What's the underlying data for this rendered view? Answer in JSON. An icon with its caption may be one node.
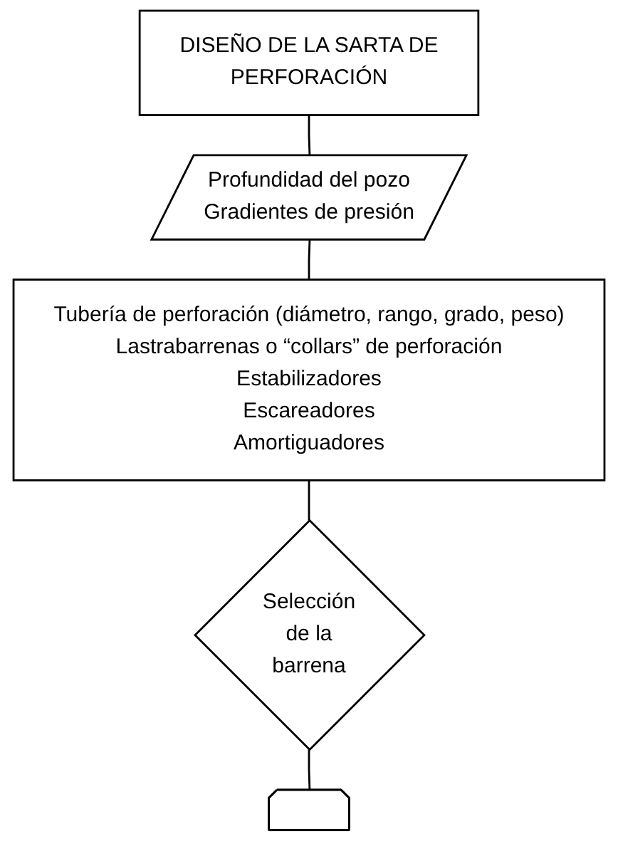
{
  "diagram": {
    "nodes": [
      {
        "text": [
          "DISEÑO DE LA SARTA DE PERFORACIÓN"
        ]
      },
      {
        "text": [
          "Profundidad del pozo",
          "Gradientes de presión"
        ]
      },
      {
        "text": [
          "Tubería de perforación (diámetro, rango, grado, peso)",
          "Lastrabarrenas o “collars” de perforación",
          "Estabilizadores",
          "Escareadores",
          "Amortiguadores"
        ]
      },
      {
        "text": [
          "Selección de la barrena"
        ]
      },
      {
        "text": [],
        "shape": "pentagon"
      }
    ],
    "edges": [
      {
        "from": 0,
        "to": 1,
        "arrow": "none"
      },
      {
        "from": 1,
        "to": 2,
        "arrow": "none"
      },
      {
        "from": 2,
        "to": 3,
        "arrow": "none"
      },
      {
        "from": 3,
        "to": 4,
        "arrow": "none"
      }
    ]
  }
}
